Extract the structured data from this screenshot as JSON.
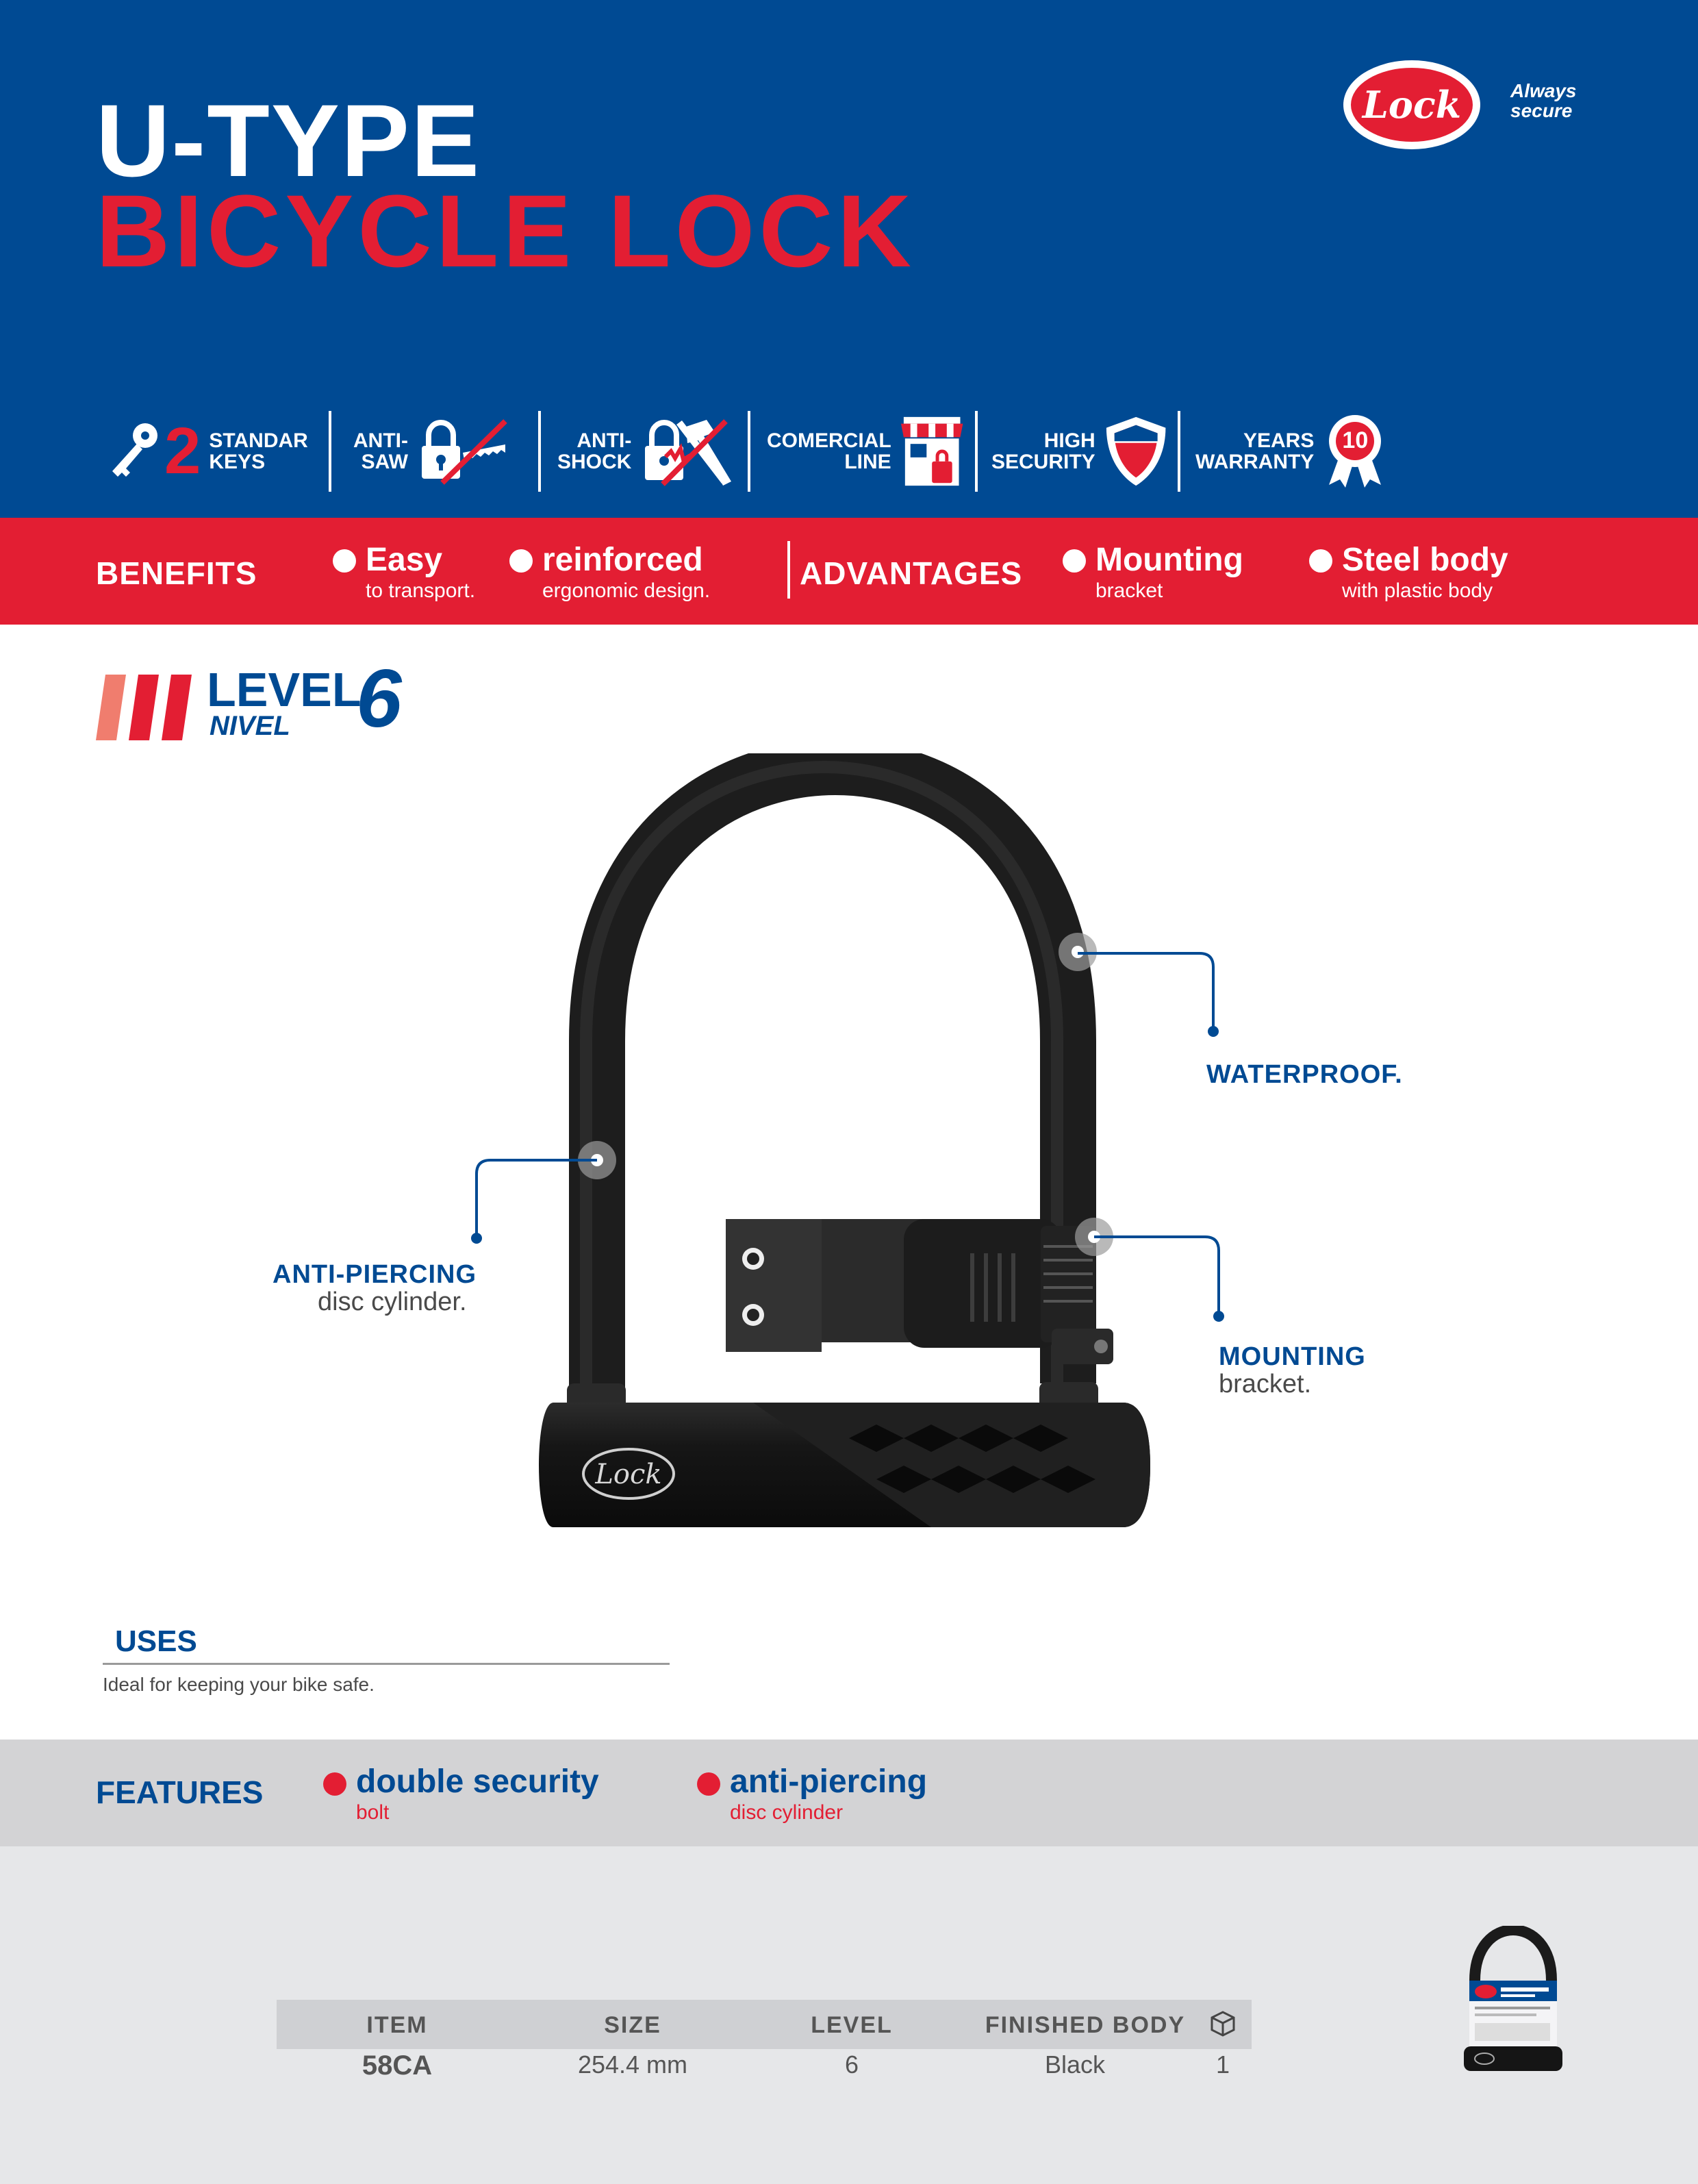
{
  "header": {
    "title_line1": "U-TYPE",
    "title_line2": "BICYCLE LOCK",
    "brand_logo_text": "Lock",
    "tagline_line1": "Always",
    "tagline_line2": "secure"
  },
  "icon_strip": [
    {
      "icon": "key-icon",
      "number": "2",
      "label_line1": "STANDAR",
      "label_line2": "KEYS"
    },
    {
      "icon": "anti-saw-icon",
      "label_line1": "ANTI-",
      "label_line2": "SAW"
    },
    {
      "icon": "anti-shock-icon",
      "label_line1": "ANTI-",
      "label_line2": "SHOCK"
    },
    {
      "icon": "store-icon",
      "label_line1": "COMERCIAL",
      "label_line2": "LINE"
    },
    {
      "icon": "shield-icon",
      "label_line1": "HIGH",
      "label_line2": "SECURITY"
    },
    {
      "icon": "ribbon-icon",
      "label_line1": "YEARS",
      "label_line2": "WARRANTY",
      "badge_number": "10"
    }
  ],
  "benefits": {
    "title": "BENEFITS",
    "items": [
      {
        "title": "Easy",
        "subtitle": "to transport."
      },
      {
        "title": "reinforced",
        "subtitle": "ergonomic design."
      }
    ]
  },
  "advantages": {
    "title": "ADVANTAGES",
    "items": [
      {
        "title": "Mounting",
        "subtitle": "bracket"
      },
      {
        "title": "Steel body",
        "subtitle": "with plastic body"
      }
    ]
  },
  "level": {
    "label": "LEVEL",
    "label_es": "NIVEL",
    "value": "6"
  },
  "callouts": {
    "waterproof": {
      "title": "WATERPROOF."
    },
    "anti_piercing": {
      "title": "ANTI-PIERCING",
      "subtitle": "disc cylinder."
    },
    "mounting": {
      "title": "MOUNTING",
      "subtitle": "bracket."
    }
  },
  "product_logo_text": "Lock",
  "uses": {
    "title": "USES",
    "text": "Ideal for keeping your bike safe."
  },
  "features": {
    "title": "FEATURES",
    "items": [
      {
        "title": "double security",
        "subtitle": "bolt"
      },
      {
        "title": "anti-piercing",
        "subtitle": "disc cylinder"
      }
    ]
  },
  "spec_table": {
    "headers": [
      "ITEM",
      "SIZE",
      "LEVEL",
      "FINISHED BODY"
    ],
    "box_icon": "box-icon",
    "row": {
      "item": "58CA",
      "size": "254.4 mm",
      "level": "6",
      "finished_body": "Black",
      "quantity": "1"
    }
  },
  "colors": {
    "brand_blue": "#004a93",
    "brand_red": "#e31e33",
    "light_gray": "#e6e7e9",
    "band_gray": "#d3d3d5"
  }
}
